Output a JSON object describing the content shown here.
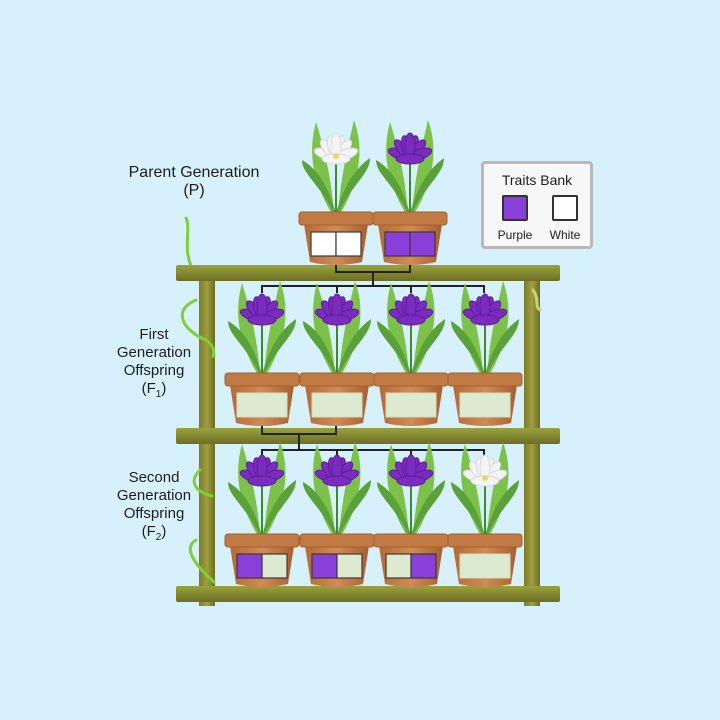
{
  "labels": {
    "parent": "Parent Generation",
    "parent_code": "(P)",
    "f1_line1": "First",
    "f1_line2": "Generation",
    "f1_line3": "Offspring",
    "f1_code": "(F",
    "f1_sub": "1",
    "f1_close": ")",
    "f2_line1": "Second",
    "f2_line2": "Generation",
    "f2_line3": "Offspring",
    "f2_code": "(F",
    "f2_sub": "2",
    "f2_close": ")"
  },
  "traits_bank": {
    "title": "Traits Bank",
    "items": [
      {
        "label": "Purple",
        "color": "#8b3fd9"
      },
      {
        "label": "White",
        "color": "#ffffff"
      }
    ]
  },
  "colors": {
    "purple_flower": "#7b2cbf",
    "white_flower": "#f4f4f4",
    "empty_slot": "#dcebcf",
    "pot": "#c8804b",
    "shelf": "#7e8a2e"
  },
  "generations": {
    "parents": [
      {
        "flower": "white",
        "alleles": [
          "white",
          "white"
        ]
      },
      {
        "flower": "purple",
        "alleles": [
          "purple",
          "purple"
        ]
      }
    ],
    "f1": [
      {
        "flower": "purple",
        "alleles": []
      },
      {
        "flower": "purple",
        "alleles": []
      },
      {
        "flower": "purple",
        "alleles": []
      },
      {
        "flower": "purple",
        "alleles": []
      }
    ],
    "f2": [
      {
        "flower": "purple",
        "alleles": [
          "purple",
          "empty"
        ]
      },
      {
        "flower": "purple",
        "alleles": [
          "purple",
          "empty"
        ]
      },
      {
        "flower": "purple",
        "alleles": [
          "empty",
          "purple"
        ]
      },
      {
        "flower": "white",
        "alleles": []
      }
    ]
  }
}
